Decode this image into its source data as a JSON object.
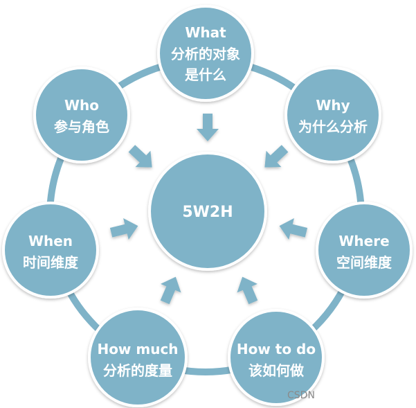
{
  "diagram": {
    "center": {
      "label": "5W2H"
    },
    "nodes": [
      {
        "line1": "What",
        "line2": "分析的对象",
        "line3": "是什么"
      },
      {
        "line1": "Why",
        "line2": "为什么分析"
      },
      {
        "line1": "Where",
        "line2": "空间维度"
      },
      {
        "line1": "How to do",
        "line2": "该如何做"
      },
      {
        "line1": "How much",
        "line2": "分析的度量"
      },
      {
        "line1": "When",
        "line2": "时间维度"
      },
      {
        "line1": "Who",
        "line2": "参与角色"
      }
    ]
  },
  "colors": {
    "circle": "#7fb3c8",
    "ring": "#7fb3c8",
    "circle_border": "#ffffff",
    "arrow": "#7fb3c8",
    "text": "#ffffff"
  },
  "watermark": "CSDN"
}
